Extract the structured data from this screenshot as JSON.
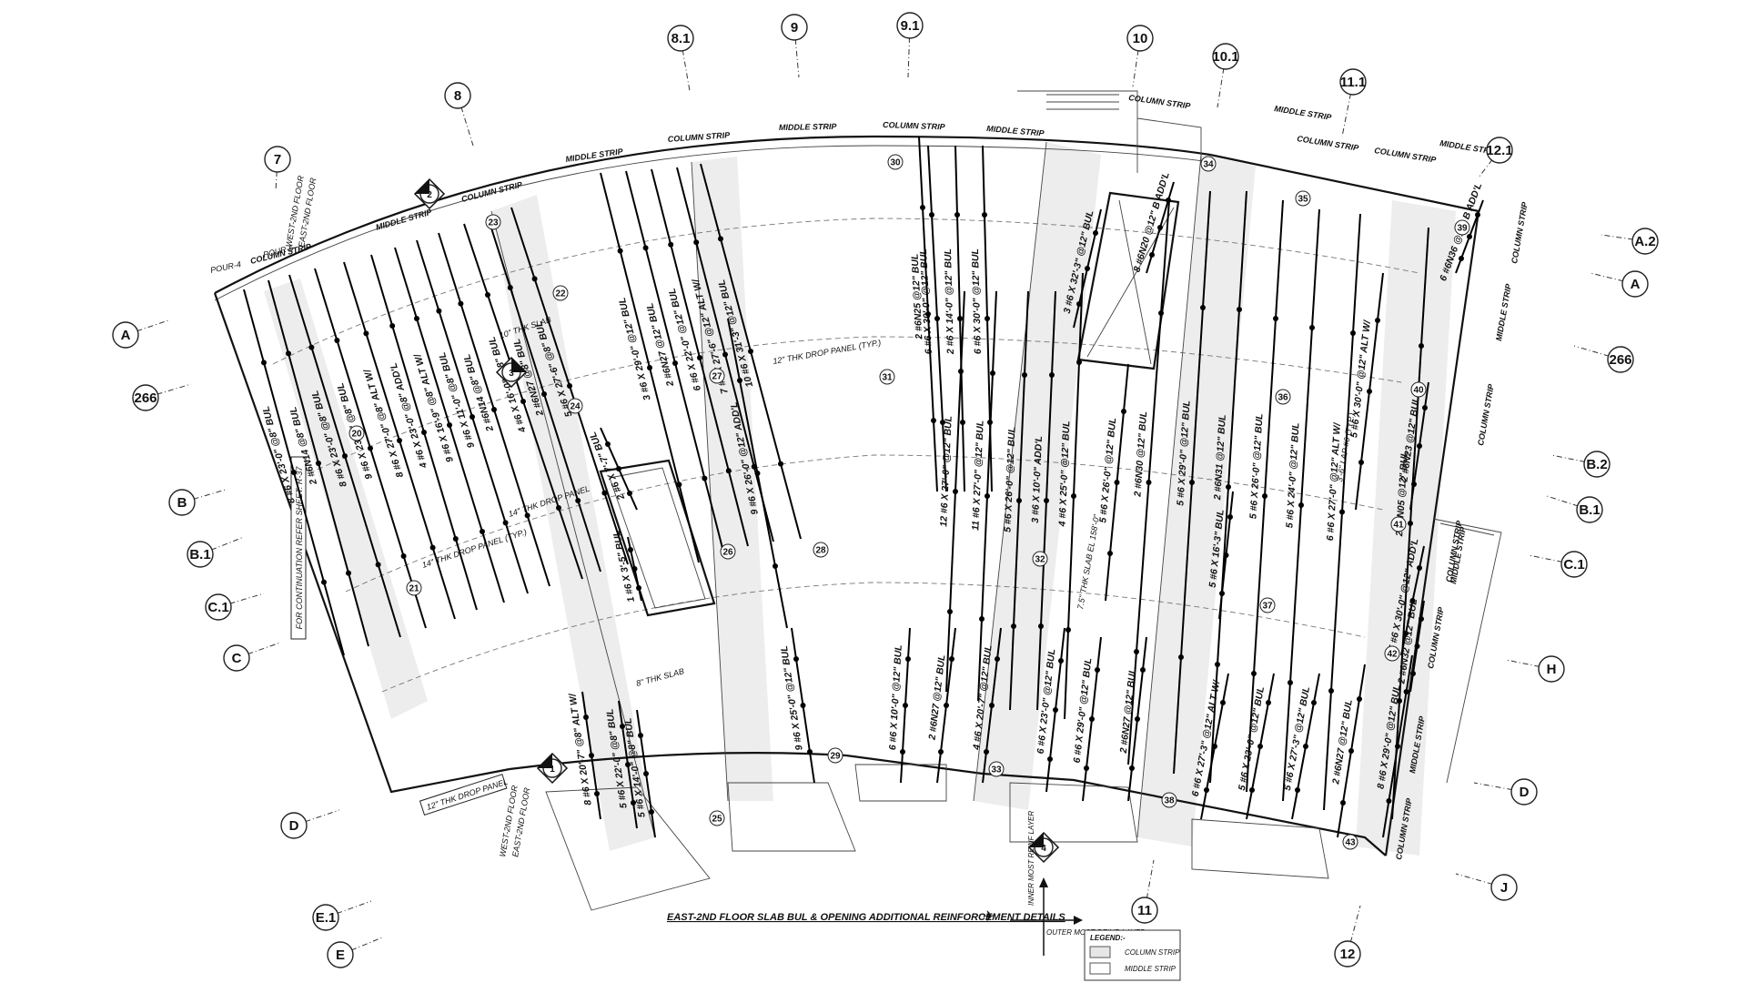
{
  "drawing": {
    "caption": "EAST-2ND FLOOR SLAB BUL & OPENING ADDITIONAL REINFORCEMENT DETAILS",
    "continuation_note": "FOR CONTINUATION REFER SHEET: R-37",
    "pour_labels": [
      "POUR-4",
      "POUR-5"
    ],
    "floor_labels": [
      "WEST-2ND FLOOR",
      "EAST-2ND FLOOR"
    ],
    "slab_notes": [
      "12\" THK DROP PANEL",
      "14\" THK DROP PANEL (TYP.)",
      "12\" THK DROP PANEL (TYP.)",
      "10\" THK SLAB",
      "8\" THK SLAB",
      "14\" THK DROP PANEL",
      "7.5\" THK SLAB EL 158'-0\"",
      "3'-6\" LAP #6 (TYP.)"
    ]
  },
  "grid_bubbles": [
    {
      "id": "g-7",
      "label": "7"
    },
    {
      "id": "g-8",
      "label": "8"
    },
    {
      "id": "g-8-1",
      "label": "8.1"
    },
    {
      "id": "g-9",
      "label": "9"
    },
    {
      "id": "g-9-1",
      "label": "9.1"
    },
    {
      "id": "g-10",
      "label": "10"
    },
    {
      "id": "g-10-1",
      "label": "10.1"
    },
    {
      "id": "g-11-1",
      "label": "11.1"
    },
    {
      "id": "g-12-1",
      "label": "12.1"
    },
    {
      "id": "g-a2",
      "label": "A.2"
    },
    {
      "id": "g-a-r",
      "label": "A"
    },
    {
      "id": "g-266-r",
      "label": "266"
    },
    {
      "id": "g-b2",
      "label": "B.2"
    },
    {
      "id": "g-b1-r",
      "label": "B.1"
    },
    {
      "id": "g-c1-r",
      "label": "C.1"
    },
    {
      "id": "g-h",
      "label": "H"
    },
    {
      "id": "g-d-r",
      "label": "D"
    },
    {
      "id": "g-j",
      "label": "J"
    },
    {
      "id": "g-12",
      "label": "12"
    },
    {
      "id": "g-11",
      "label": "11"
    },
    {
      "id": "g-a-l",
      "label": "A"
    },
    {
      "id": "g-266-l",
      "label": "266"
    },
    {
      "id": "g-b-l",
      "label": "B"
    },
    {
      "id": "g-b1-l",
      "label": "B.1"
    },
    {
      "id": "g-c1-l",
      "label": "C.1"
    },
    {
      "id": "g-c-l",
      "label": "C"
    },
    {
      "id": "g-d-l",
      "label": "D"
    },
    {
      "id": "g-e1",
      "label": "E.1"
    },
    {
      "id": "g-e",
      "label": "E"
    }
  ],
  "section_markers": [
    "1",
    "2",
    "3",
    "4"
  ],
  "strip_labels": [
    "COLUMN STRIP",
    "MIDDLE STRIP",
    "COLUMN STRIP",
    "MIDDLE STRIP",
    "COLUMN STRIP",
    "MIDDLE STRIP",
    "COLUMN STRIP",
    "MIDDLE STRIP",
    "COLUMN STRIP",
    "COLUMN STRIP",
    "MIDDLE STRIP",
    "COLUMN STRIP",
    "MIDDLE STRIP",
    "COLUMN STRIP",
    "COLUMN STRIP",
    "MIDDLE STRIP",
    "COLUMN STRIP",
    "MIDDLE STRIP",
    "COLUMN STRIP",
    "MIDDLE STRIP",
    "COLUMN STRIP"
  ],
  "rebar_callouts": [
    "8 #6 X 23'-0\" @8\" BUL",
    "2 #6N14 @8\" BUL",
    "8 #6 X 23'-0\" @8\" BUL",
    "9 #6 X 23'-0\" @8\" BUL",
    "8 #6 X 27'-0\" @8\" ALT W/",
    "4 #6 X 23'-0\" @8\" ADD'L",
    "9 #6 X 16'-9\" @8\" ALT W/",
    "9 #6 X 11'-0\" @8\" BUL",
    "2 #6N14 @8\" BUL",
    "4 #6 X 16'-0\" @8\" BUL",
    "2 #6N27 @8\" BUL",
    "5 #6 X 27'-6\" @8\" BUL",
    "3 #6 X 29'-0\" @12\" BUL",
    "2 #6N27 @12\" BUL",
    "6 #6 X 22'-0\" @12\" BUL",
    "7 #6 X 27'-6\" @12\" ALT W/",
    "10 #6 X 31'-3\" @12\" BUL",
    "2 #6 X 7'-7\" BUL",
    "1 #6 X 3'-5\" BUL",
    "9 #6 X 26'-0\" @12\" ADD'L",
    "6 #6 X 30'-0\" @12\" BUL",
    "2 #6 X 14'-0\" @12\" BUL",
    "2 #6N25 @12\" BUL",
    "6 #6 X 30'-0\" @12\" BUL",
    "12 #6 X 27'-0\" @12\" BUL",
    "11 #6 X 27'-0\" @12\" BUL",
    "5 #6 X 26'-0\" @12\" BUL",
    "3 #6 X 10'-0\" ADD'L",
    "4 #6 X 25'-0\" @12\" BUL",
    "8 #6N20 @12\" B ADD'L",
    "3 #6 X 32'-3\" @12\" BUL",
    "5 #6 X 26'-0\" @12\" BUL",
    "2 #6N30 @12\" BUL",
    "5 #6 X 29'-0\" @12\" BUL",
    "2 #6N31 @12\" BUL",
    "5 #6 X 26'-0\" @12\" BUL",
    "5 #6 X 24'-0\" @12\" BUL",
    "6 #6 X 27'-0\" @12\" ALT W/",
    "2 #6N05 @12\" BUL",
    "6 #6N36 @12\" B ADD'L",
    "2 #6N23 @12\" BUL",
    "5 #6 X 30'-0\" @12\" ADD'L",
    "8 #6 X 29'-0\" @12\" BUL",
    "2 #6N27 @12\" BUL",
    "5 #6 X 27'-3\" @12\" BUL",
    "5 #6 X 23'-0\" @12\" BUL",
    "6 #6 X 27'-3\" @12\" ALT W/",
    "6 #6 X 23'-0\" @12\" BUL",
    "6 #6 X 29'-0\" @12\" BUL",
    "2 #6N27 @12\" BUL",
    "5 #6 X 14'-0\" @8\" BUL",
    "5 #6 X 22'-0\" @8\" BUL",
    "8 #6 X 20'-7\" @8\" ALT W/",
    "9 #6 X 25'-0\" @12\" BUL",
    "4 #6 X 20'-7\" @12\" BUL",
    "2 #6N27 @12\" BUL",
    "6 #6 X 10'-0\" @12\" BUL",
    "5 #6 X 16'-3\" BUL",
    "2 #6N32 @12\" BUL",
    "5 #6 X 30'-0\" @12\" ALT W/"
  ],
  "detail_markers": [
    "20",
    "21",
    "22",
    "23",
    "24",
    "25",
    "26",
    "27",
    "28",
    "29",
    "30",
    "31",
    "32",
    "33",
    "34",
    "35",
    "36",
    "37",
    "38",
    "39",
    "40",
    "41",
    "42",
    "43"
  ],
  "layers": {
    "inner": "INNER MOST REINF LAYER",
    "outer": "OUTER MOST REINF. LAYER"
  },
  "legend": {
    "title": "LEGEND:-",
    "items": [
      {
        "label": "COLUMN STRIP",
        "swatch": "#e6e6e6"
      },
      {
        "label": "MIDDLE STRIP",
        "swatch": "#ffffff"
      }
    ]
  }
}
